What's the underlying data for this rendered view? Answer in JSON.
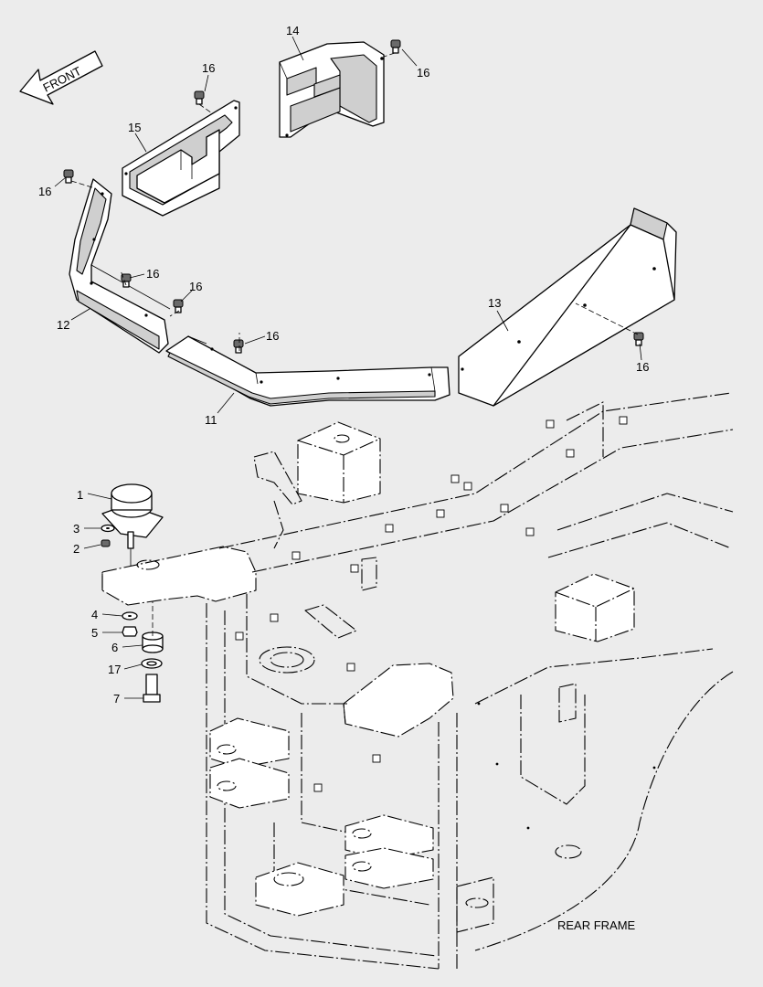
{
  "direction_label": "FRONT",
  "frame_label": "REAR FRAME",
  "callouts": {
    "c1": "1",
    "c2": "2",
    "c3": "3",
    "c4": "4",
    "c5": "5",
    "c6": "6",
    "c7": "7",
    "c11": "11",
    "c12": "12",
    "c13": "13",
    "c14": "14",
    "c15": "15",
    "c16": "16",
    "c17": "17"
  }
}
